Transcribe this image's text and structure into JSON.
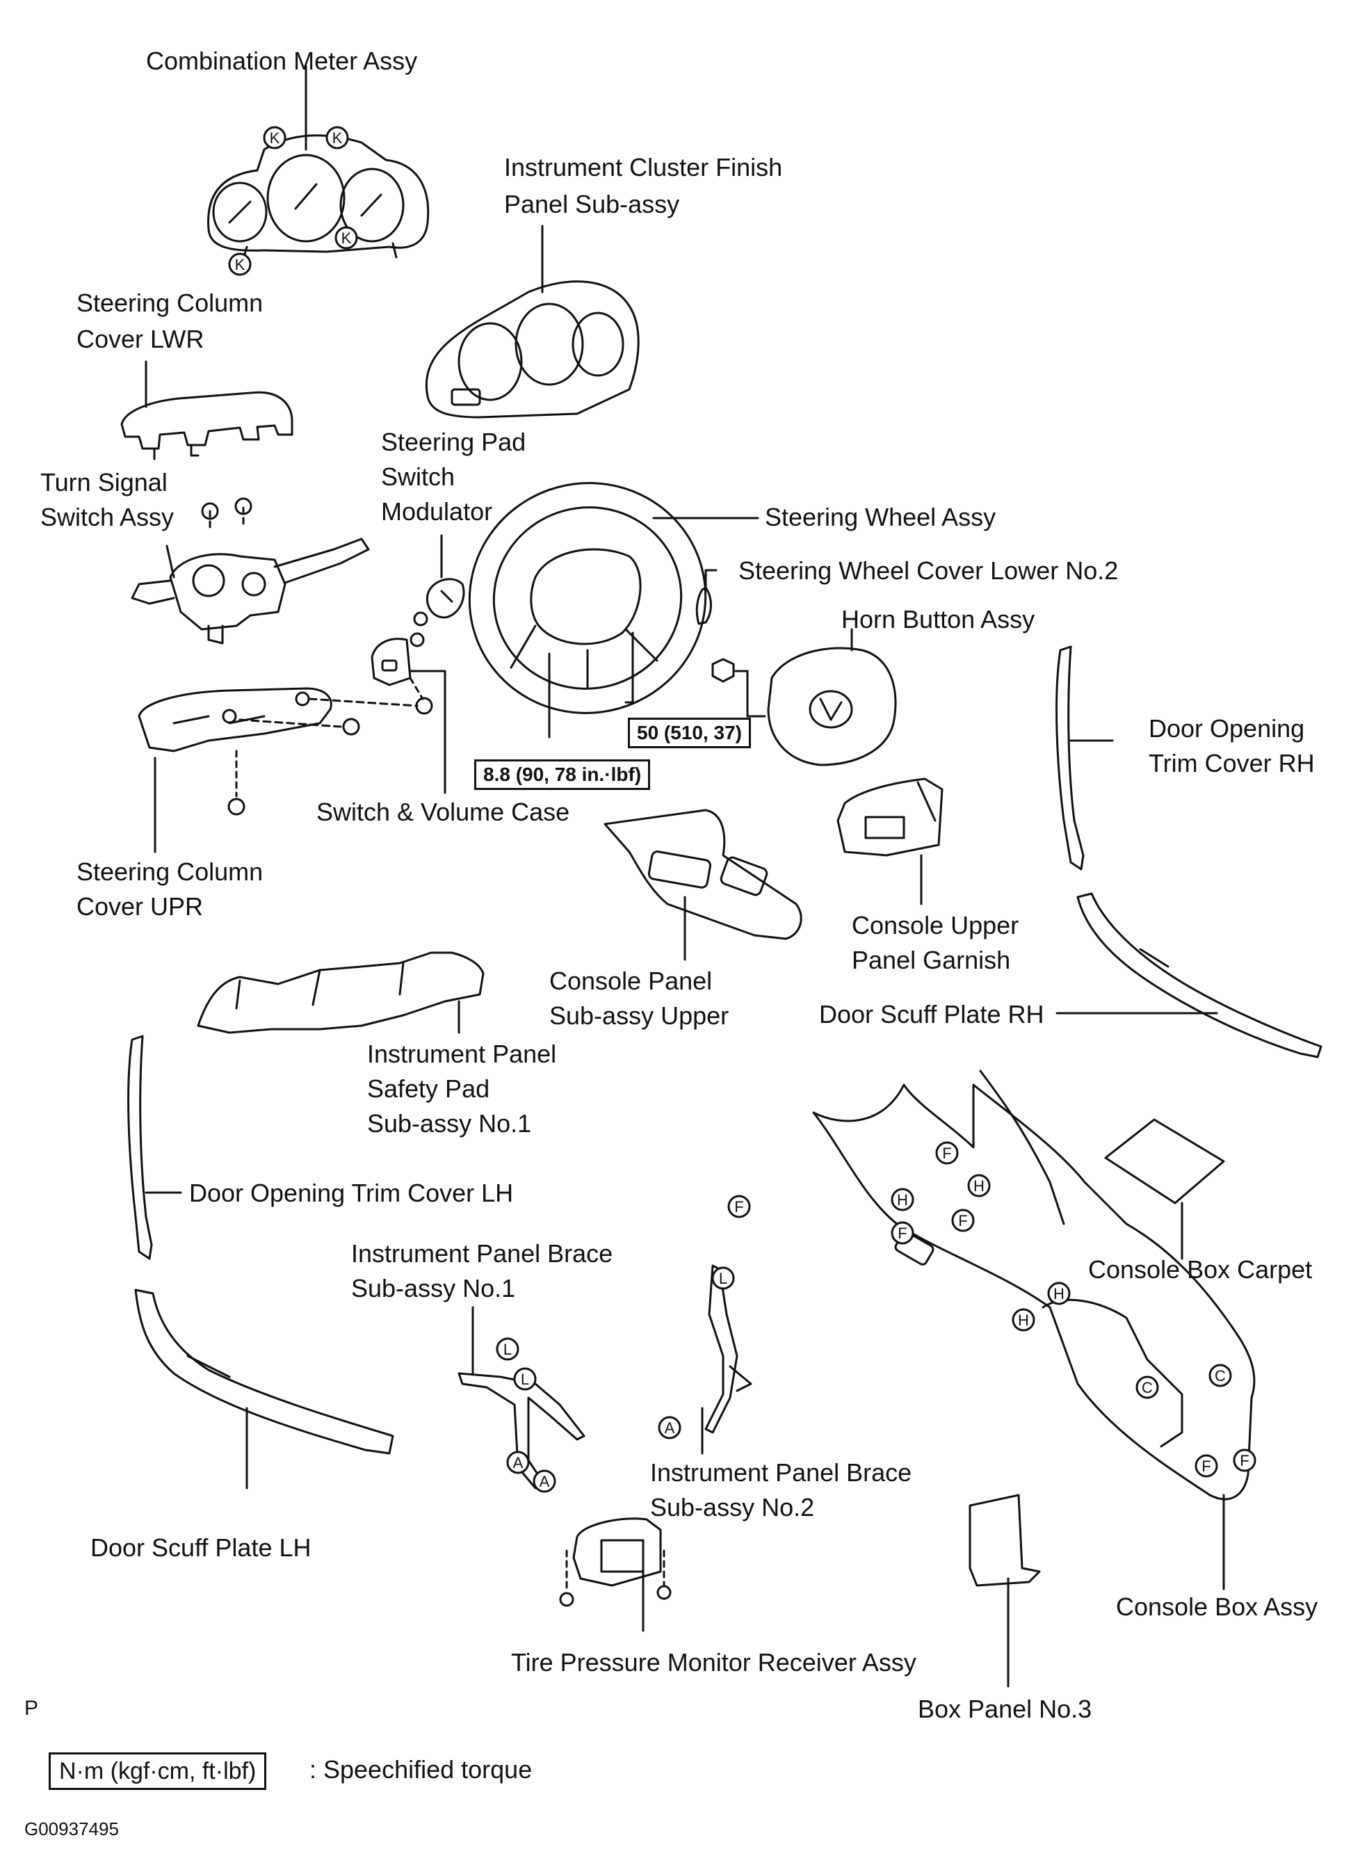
{
  "labels": {
    "combination_meter": "Combination Meter Assy",
    "cluster_finish_1": "Instrument  Cluster  Finish",
    "cluster_finish_2": "Panel Sub-assy",
    "col_cover_lwr_1": "Steering Column",
    "col_cover_lwr_2": "Cover LWR",
    "pad_switch_1": "Steering Pad",
    "pad_switch_2": "Switch",
    "pad_switch_3": "Modulator",
    "turn_signal_1": "Turn Signal",
    "turn_signal_2": "Switch Assy",
    "steering_wheel": "Steering Wheel Assy",
    "wheel_cover_lower": "Steering Wheel Cover Lower No.2",
    "horn_button": "Horn Button Assy",
    "door_trim_rh_1": "Door Opening",
    "door_trim_rh_2": "Trim Cover RH",
    "switch_volume": "Switch & Volume Case",
    "col_cover_upr_1": "Steering Column",
    "col_cover_upr_2": "Cover UPR",
    "console_garnish_1": "Console Upper",
    "console_garnish_2": "Panel Garnish",
    "console_panel_1": "Console Panel",
    "console_panel_2": "Sub-assy Upper",
    "scuff_rh": "Door Scuff Plate RH",
    "safety_pad_1": "Instrument  Panel",
    "safety_pad_2": "Safety Pad",
    "safety_pad_3": "Sub-assy No.1",
    "door_trim_lh": "Door Opening Trim Cover LH",
    "brace1_1": "Instrument Panel Brace",
    "brace1_2": "Sub-assy No.1",
    "console_carpet": "Console Box Carpet",
    "brace2_1": "Instrument Panel Brace",
    "brace2_2": "Sub-assy No.2",
    "scuff_lh": "Door Scuff Plate LH",
    "tpms_receiver": "Tire Pressure Monitor Receiver Assy",
    "console_box": "Console Box Assy",
    "box_panel": "Box Panel No.3",
    "page_marker": "P",
    "figure_code": "G00937495"
  },
  "torques": {
    "wheel_nut": "50 (510, 37)",
    "pad_screw": "8.8 (90, 78 in.·lbf)"
  },
  "legend": {
    "unit_box": "N·m (kgf·cm, ft·lbf)",
    "description": ": Speechified torque"
  },
  "clip_letters": {
    "K": "K",
    "F": "F",
    "H": "H",
    "C": "C",
    "L": "L",
    "A": "A"
  }
}
